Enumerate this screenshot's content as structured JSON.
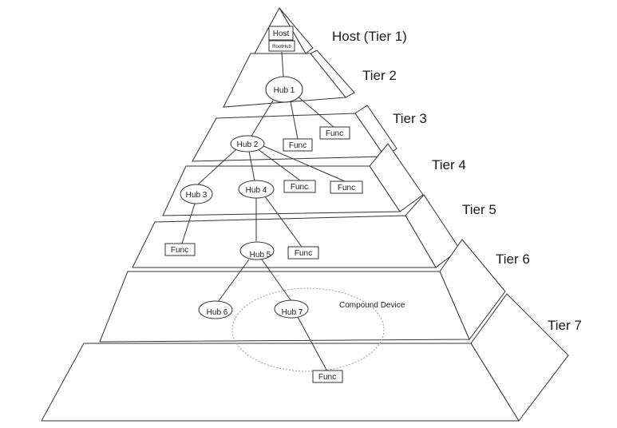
{
  "tiers": [
    {
      "label": "Host (Tier 1)"
    },
    {
      "label": "Tier 2"
    },
    {
      "label": "Tier 3"
    },
    {
      "label": "Tier 4"
    },
    {
      "label": "Tier 5"
    },
    {
      "label": "Tier 6"
    },
    {
      "label": "Tier 7"
    }
  ],
  "host": {
    "label": "Host",
    "roothub": "RootHub"
  },
  "hubs": {
    "hub1": "Hub 1",
    "hub2": "Hub 2",
    "hub3": "Hub 3",
    "hub4": "Hub 4",
    "hub5": "Hub 5",
    "hub6": "Hub 6",
    "hub7": "Hub 7"
  },
  "func_label": "Func",
  "compound_device": "Compound Device"
}
